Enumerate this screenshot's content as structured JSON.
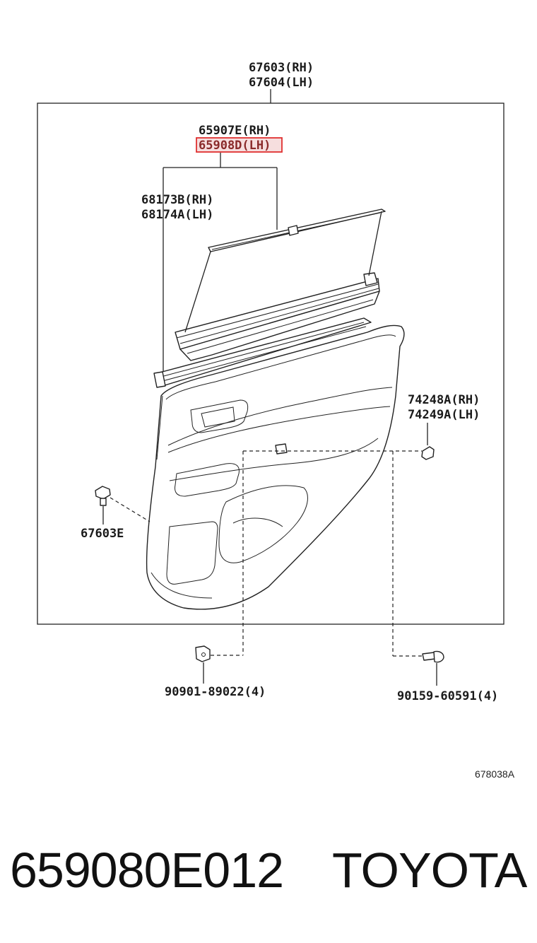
{
  "labels": {
    "panel_rh": "67603(RH)",
    "panel_lh": "67604(LH)",
    "weatherstrip_rh": "65907E(RH)",
    "weatherstrip_lh": "65908D(LH)",
    "seal_rh": "68173B(RH)",
    "seal_lh": "68174A(LH)",
    "cover_rh": "74248A(RH)",
    "cover_lh": "74249A(LH)",
    "clip": "67603E",
    "clip_nut": "90901-89022(4)",
    "screw": "90159-60591(4)",
    "diagram_code": "678038A"
  },
  "footer": {
    "part_number": "659080E012",
    "brand": "TOYOTA"
  },
  "colors": {
    "highlight": "#e03030",
    "highlight_fill": "#f6dede",
    "line": "#222222"
  }
}
